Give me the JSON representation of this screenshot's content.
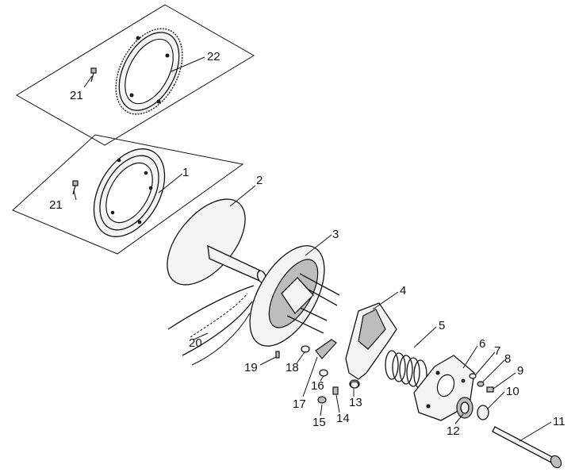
{
  "labels": [
    {
      "id": "1",
      "text": "1"
    },
    {
      "id": "2",
      "text": "2"
    },
    {
      "id": "3",
      "text": "3"
    },
    {
      "id": "4",
      "text": "4"
    },
    {
      "id": "5",
      "text": "5"
    },
    {
      "id": "6",
      "text": "6"
    },
    {
      "id": "7",
      "text": "7"
    },
    {
      "id": "8",
      "text": "8"
    },
    {
      "id": "9",
      "text": "9"
    },
    {
      "id": "10",
      "text": "10"
    },
    {
      "id": "11",
      "text": "11"
    },
    {
      "id": "12",
      "text": "12"
    },
    {
      "id": "13",
      "text": "13"
    },
    {
      "id": "14",
      "text": "14"
    },
    {
      "id": "15",
      "text": "15"
    },
    {
      "id": "16",
      "text": "16"
    },
    {
      "id": "17",
      "text": "17"
    },
    {
      "id": "18",
      "text": "18"
    },
    {
      "id": "19",
      "text": "19"
    },
    {
      "id": "20",
      "text": "20"
    },
    {
      "id": "21a",
      "text": "21"
    },
    {
      "id": "21b",
      "text": "21"
    },
    {
      "id": "22",
      "text": "22"
    }
  ]
}
